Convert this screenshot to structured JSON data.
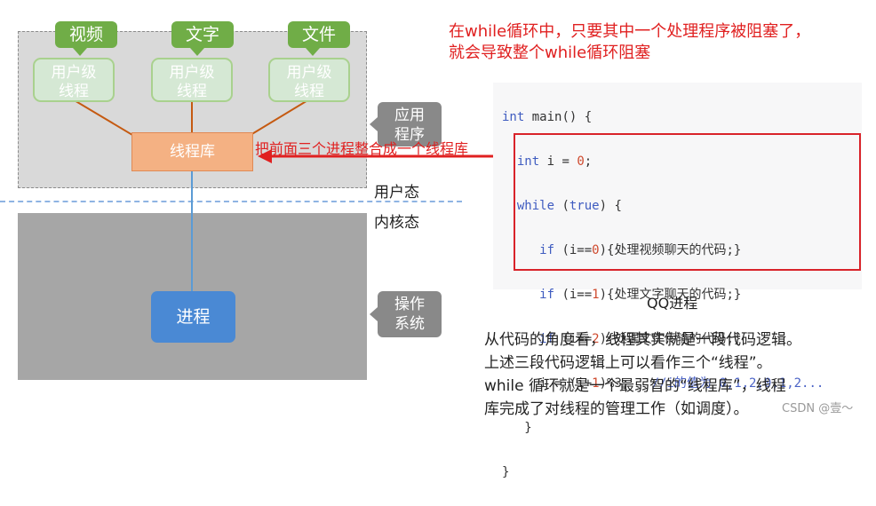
{
  "diagram": {
    "top_tags": [
      "视频",
      "文字",
      "文件"
    ],
    "user_threads": [
      {
        "line1": "用户级",
        "line2": "线程"
      },
      {
        "line1": "用户级",
        "line2": "线程"
      },
      {
        "line1": "用户级",
        "line2": "线程"
      }
    ],
    "thread_library": "线程库",
    "process": "进程",
    "app_tag": {
      "line1": "应用",
      "line2": "程序"
    },
    "os_tag": {
      "line1": "操作",
      "line2": "系统"
    },
    "user_mode": "用户态",
    "kernel_mode": "内核态",
    "arrow_annotation": "把前面三个进程整合成一个线程库"
  },
  "note": {
    "line1": "在while循环中，只要其中一个处理程序被阻塞了，",
    "line2": "就会导致整个while循环阻塞"
  },
  "code": {
    "l1": {
      "kw": "int",
      "rest": " main() {"
    },
    "l2": {
      "kw": "int",
      "rest": " i = ",
      "num": "0",
      "end": ";"
    },
    "l3": {
      "kw": "while",
      "p1": " (",
      "kw2": "true",
      "p2": ") {"
    },
    "l4": {
      "kw": "if",
      "a": " (i==",
      "num": "0",
      "b": "){处理视频聊天的代码;}"
    },
    "l5": {
      "kw": "if",
      "a": " (i==",
      "num": "1",
      "b": "){处理文字聊天的代码;}"
    },
    "l6": {
      "kw": "if",
      "a": " (i==",
      "num": "2",
      "b": "){处理文件传输的代码;}"
    },
    "l7": {
      "a": "i = (i+",
      "num": "1",
      "b": ")%3;",
      "comment": "//i的值为 0,1,2,0,1,2..."
    },
    "l8": "}",
    "l9": "}"
  },
  "code_caption": "QQ进程",
  "paragraph": {
    "line1": "从代码的角度看，线程其实就是一段代码逻辑。",
    "line2": "上述三段代码逻辑上可以看作三个“线程”。",
    "line3": "while 循环就是一个最弱智的“线程库”，线程",
    "line4": "库完成了对线程的管理工作（如调度）。"
  },
  "watermark": "CSDN @壹～",
  "colors": {
    "green_tag": "#70ad47",
    "thread_fill": "#d5e8d4",
    "library_fill": "#f4b183",
    "connector": "#c55a11",
    "process_fill": "#4a89d4",
    "highlight_red": "#d9232a"
  }
}
